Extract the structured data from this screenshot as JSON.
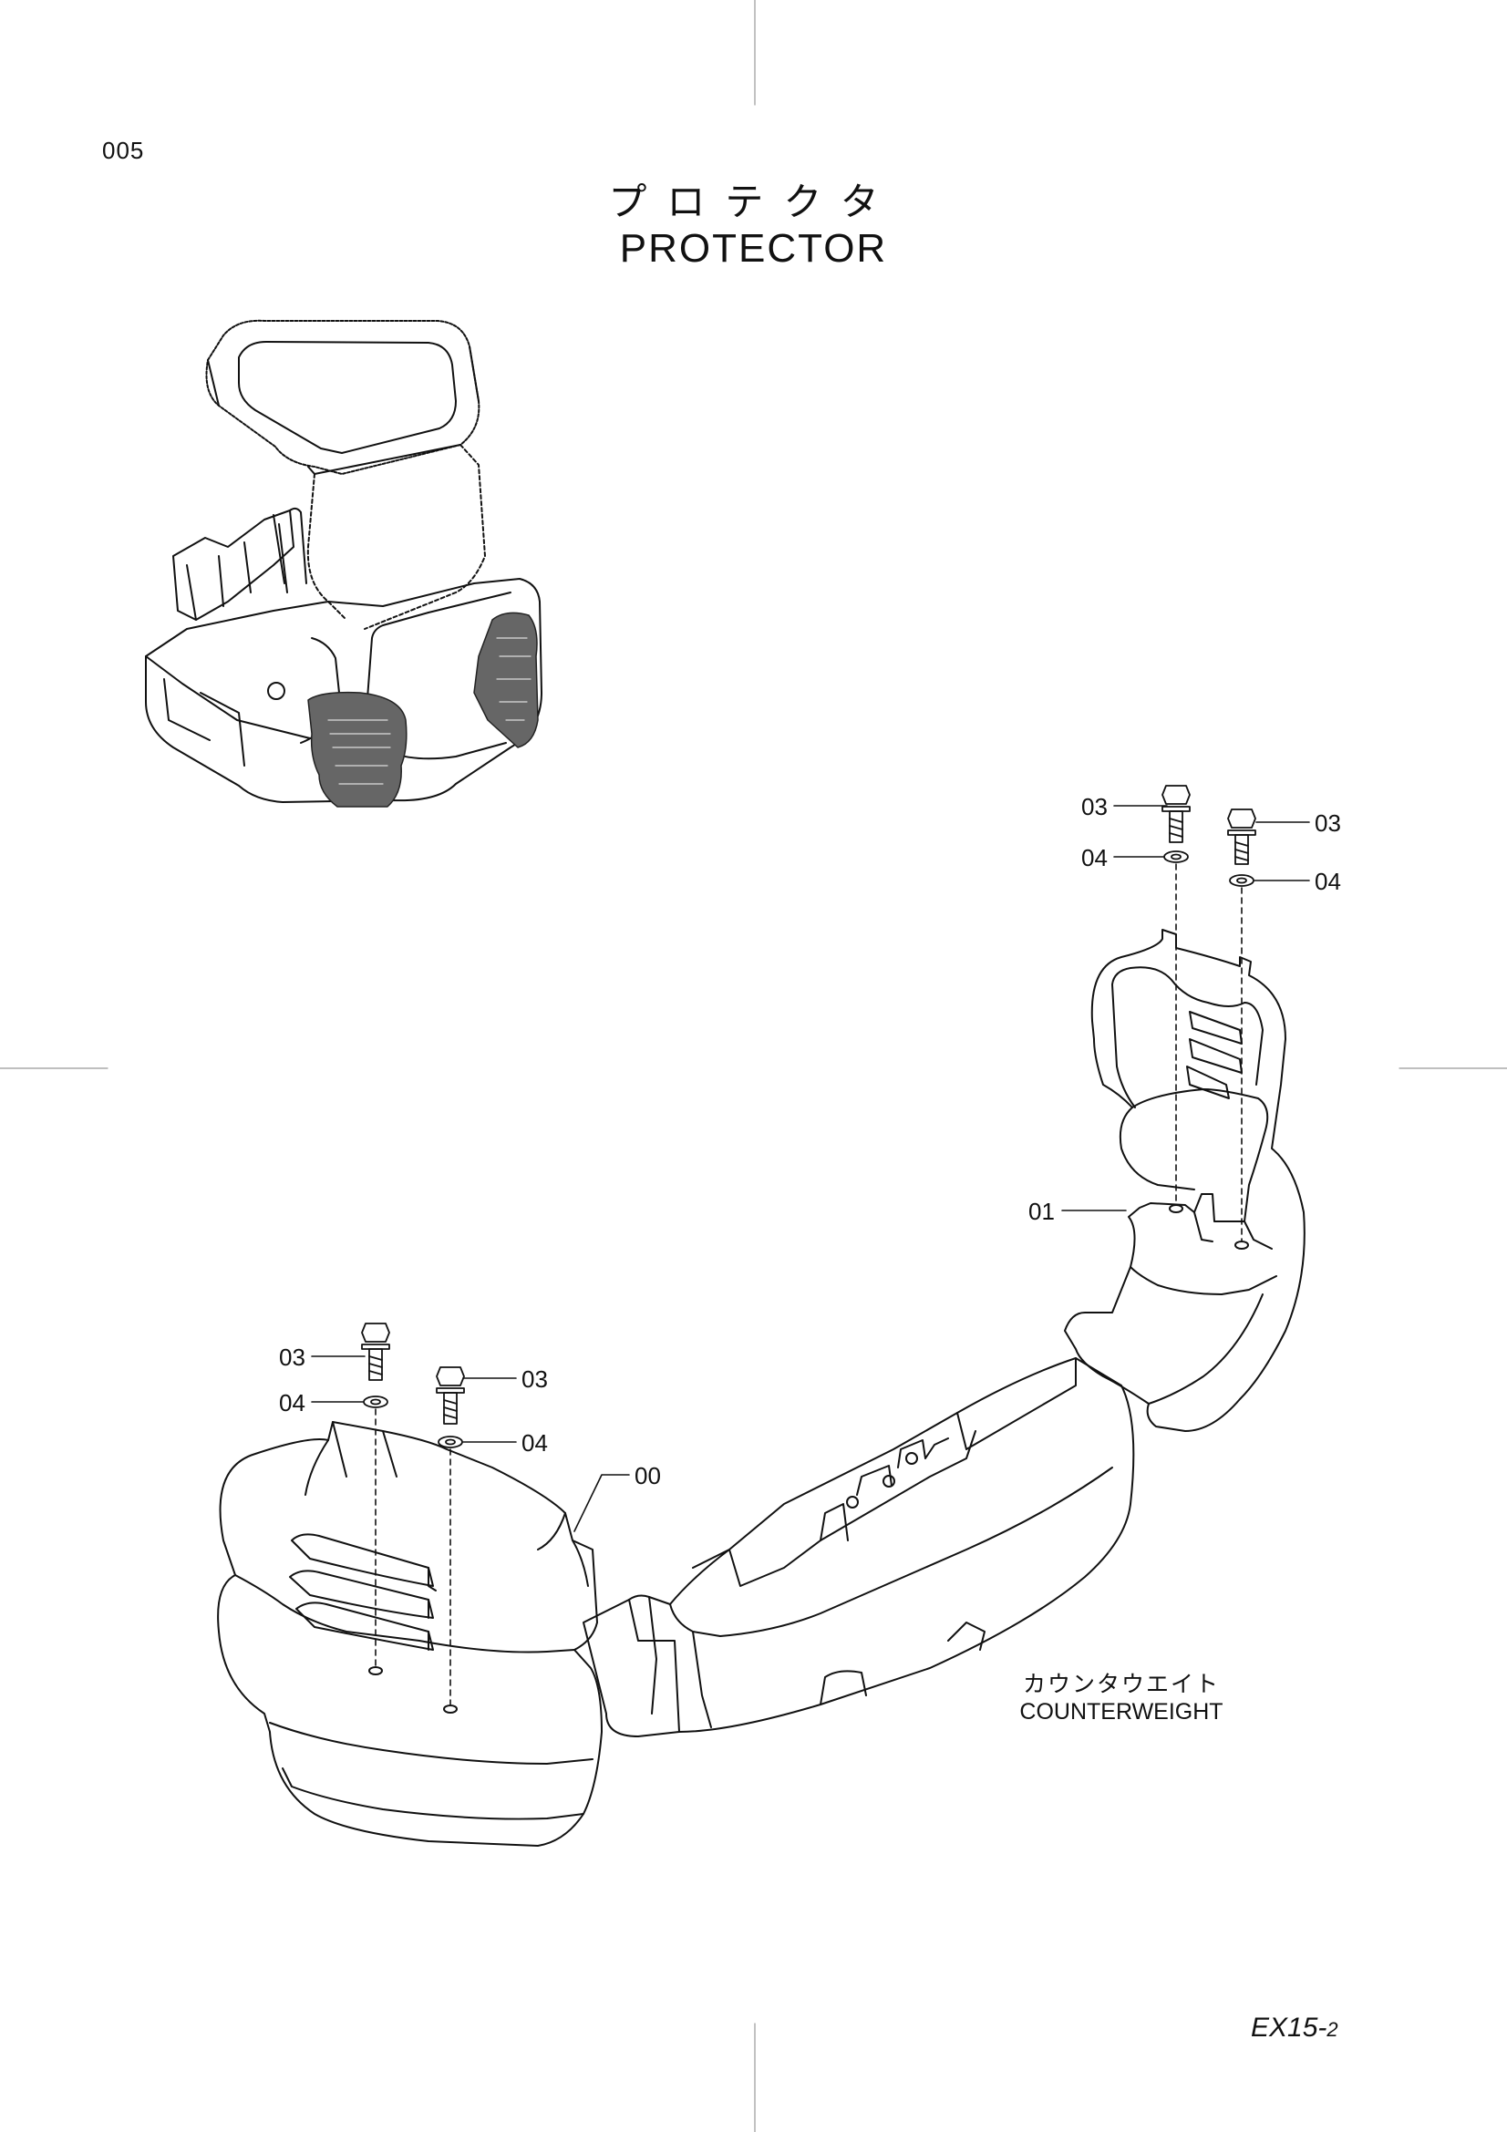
{
  "header": {
    "page_number": "005",
    "title_jp": "プロテクタ",
    "title_en": "PROTECTOR"
  },
  "callouts": {
    "c03_top_left_right": "03",
    "c04_top_left_right": "04",
    "c03_top_right_right": "03",
    "c04_top_right_right": "04",
    "c01": "01",
    "c03_left_upper": "03",
    "c04_left_upper": "04",
    "c03_left_lower": "03",
    "c04_left_lower": "04",
    "c00": "00"
  },
  "counterweight": {
    "label_jp": "カウンタウエイト",
    "label_en": "COUNTERWEIGHT"
  },
  "footer": {
    "code_main": "EX15-",
    "code_sub": "2"
  }
}
